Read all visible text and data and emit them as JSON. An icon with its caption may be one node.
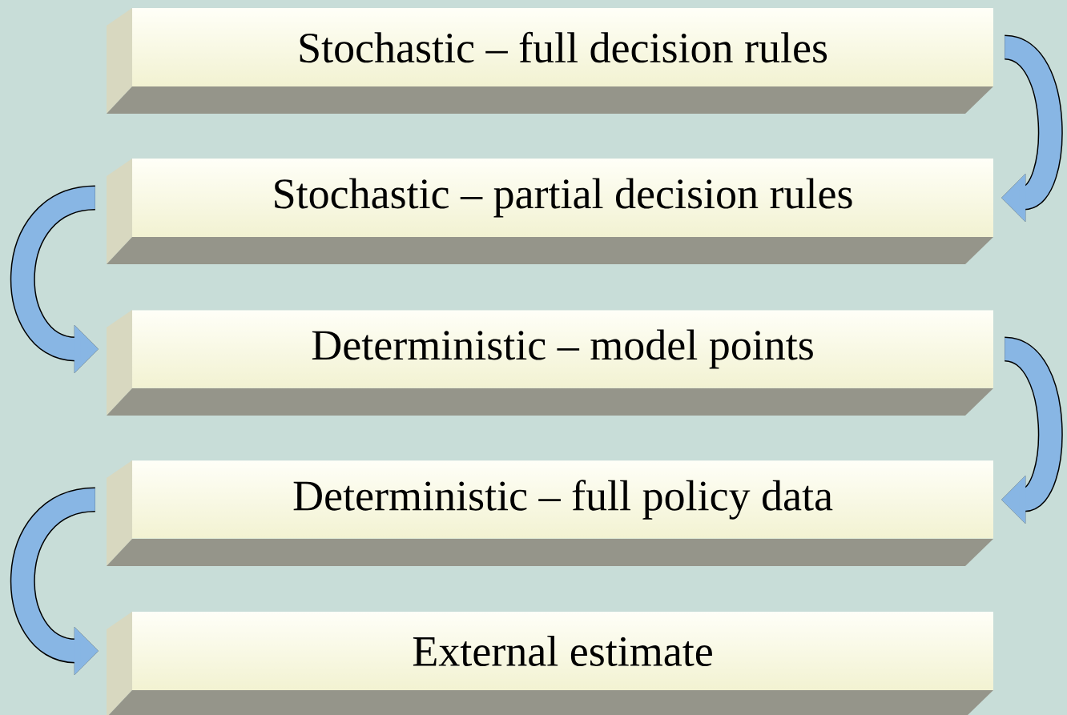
{
  "diagram": {
    "nodes": [
      {
        "text": [
          "Stochastic – full decision rules"
        ]
      },
      {
        "text": [
          "Stochastic – partial decision rules"
        ]
      },
      {
        "text": [
          "Deterministic – model points"
        ]
      },
      {
        "text": [
          "Deterministic – full policy data"
        ]
      },
      {
        "text": [
          "External estimate"
        ]
      }
    ],
    "edges": [
      {
        "from": 0,
        "to": 1,
        "arrow": "to"
      },
      {
        "from": 1,
        "to": 2,
        "arrow": "to"
      },
      {
        "from": 2,
        "to": 3,
        "arrow": "to"
      },
      {
        "from": 3,
        "to": 4,
        "arrow": "to"
      }
    ]
  }
}
